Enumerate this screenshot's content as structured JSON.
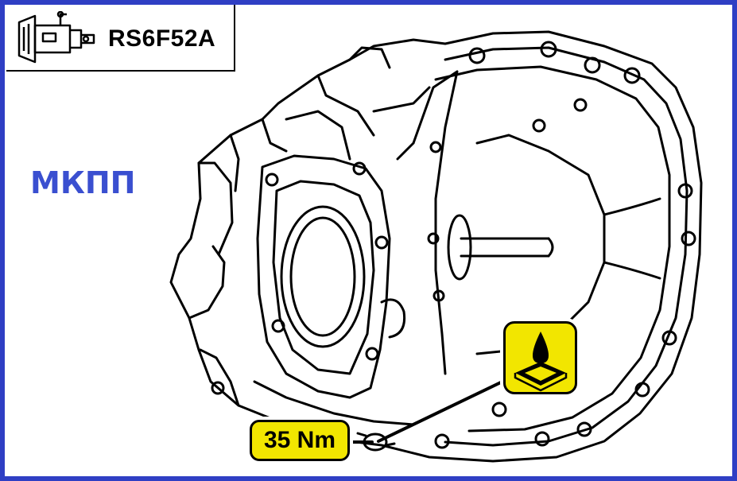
{
  "header": {
    "model_code": "RS6F52A",
    "icon": "manual-transmission-icon"
  },
  "label": {
    "text": "МКПП"
  },
  "callouts": {
    "torque": "35 Nm",
    "sealant_icon": "oil-drop-sealant-icon"
  },
  "colors": {
    "frame": "#2f3fc4",
    "label": "#3a4fd0",
    "badge": "#f2e600"
  }
}
